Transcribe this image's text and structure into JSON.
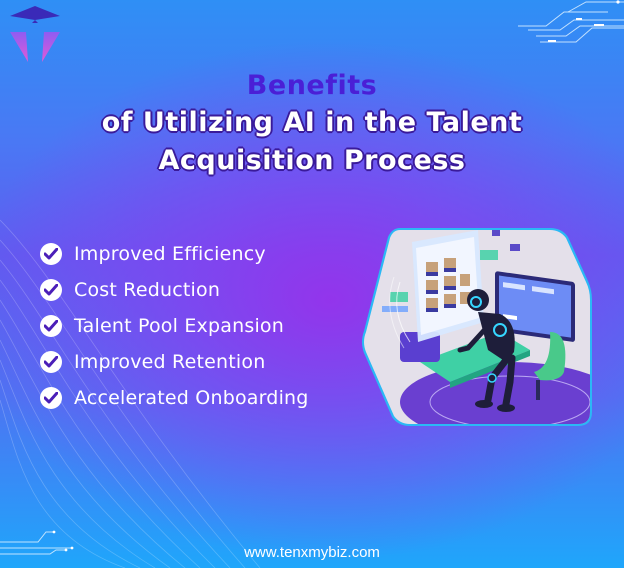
{
  "brand": {
    "logo_icon": "tenxmybiz-arrow-logo",
    "website": "www.tenxmybiz.com"
  },
  "title": {
    "line1": "Benefits",
    "line2": "of Utilizing AI in the Talent",
    "line3": "Acquisition Process"
  },
  "benefits": [
    {
      "icon": "check-circle-icon",
      "label": "Improved Efficiency"
    },
    {
      "icon": "check-circle-icon",
      "label": "Cost Reduction"
    },
    {
      "icon": "check-circle-icon",
      "label": "Talent Pool Expansion"
    },
    {
      "icon": "check-circle-icon",
      "label": "Improved Retention"
    },
    {
      "icon": "check-circle-icon",
      "label": "Accelerated Onboarding"
    }
  ],
  "illustration": {
    "subject": "robot-at-computer-reviewing-candidate-profiles"
  },
  "colors": {
    "title_accent": "#4a1fd6",
    "title_outline": "#3a1a9a",
    "check_mark": "#4b1fb8",
    "bg_blue": "#2f8ff5",
    "bg_violet": "#8a3cf0",
    "bg_cyan": "#1fa6fb"
  }
}
